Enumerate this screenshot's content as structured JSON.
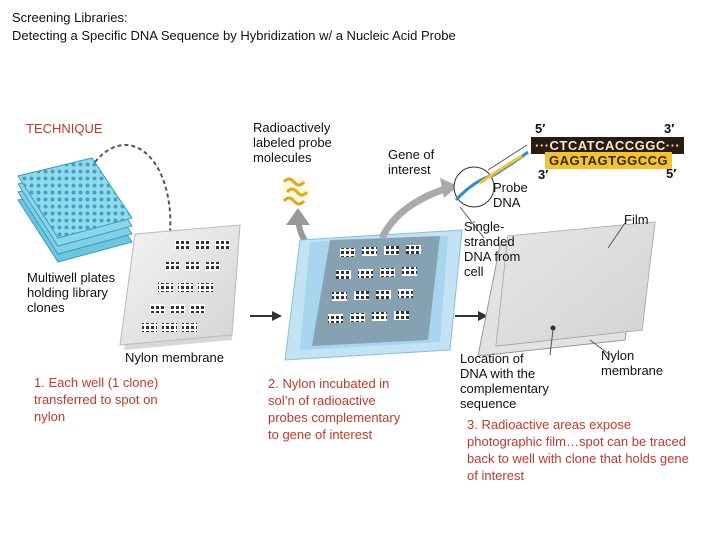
{
  "header": {
    "title_line1": "Screening Libraries:",
    "title_line2": "Detecting a Specific DNA Sequence by Hybridization w/ a Nucleic Acid Probe"
  },
  "technique_label": "TECHNIQUE",
  "probe_label": [
    "Radioactively",
    "labeled probe",
    "molecules"
  ],
  "gene_label": [
    "Gene of",
    "interest"
  ],
  "probe_dna_label": [
    "Probe",
    "DNA"
  ],
  "single_strand_label": [
    "Single-",
    "stranded",
    "DNA from",
    "cell"
  ],
  "film_label": "Film",
  "multiwell_label": [
    "Multiwell plates",
    "holding library",
    "clones"
  ],
  "nylon_membrane_label": "Nylon membrane",
  "location_label": [
    "Location of",
    "DNA with the",
    "complementary",
    "sequence"
  ],
  "nylon_membrane_right": [
    "Nylon",
    "membrane"
  ],
  "sequence": {
    "top_5": "5′",
    "top_3": "3′",
    "top_seq": "···CTCATCACCGGC···",
    "bottom_seq": "GAGTAGTGGCCG",
    "bottom_3": "3′",
    "bottom_5": "5′"
  },
  "steps": {
    "step1": [
      "1. Each well (1 clone)",
      "transferred to spot on",
      "nylon"
    ],
    "step2": [
      "2. Nylon incubated in",
      "sol’n of radioactive",
      "probes complementary",
      "to gene of interest"
    ],
    "step3": [
      "3. Radioactive areas expose",
      "photographic film…spot can be traced",
      "back to well with clone that holds gene",
      "of interest"
    ]
  },
  "colors": {
    "plate": "#7fd4e8",
    "membrane": "#e6e6e6",
    "solution": "#a9d6f0",
    "probe": "#f2c230",
    "caption": "#c0392b"
  }
}
